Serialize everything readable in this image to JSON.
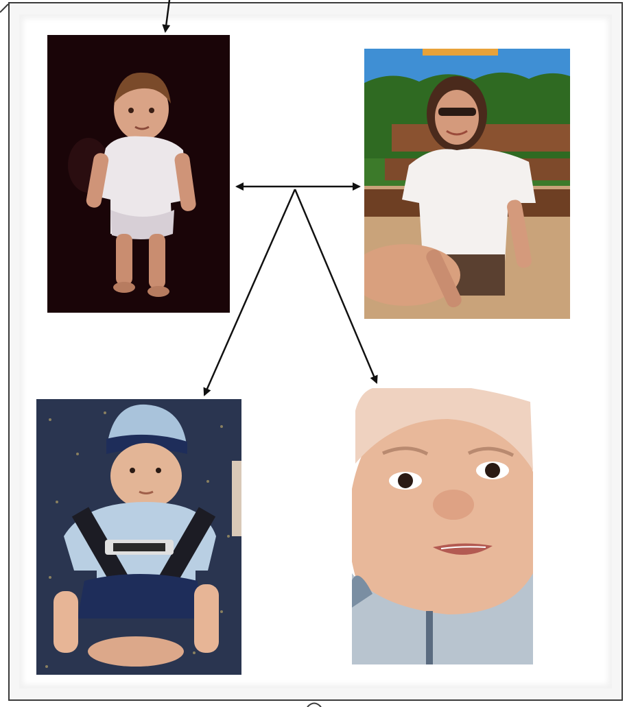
{
  "diagram": {
    "nodes": [
      {
        "id": "photo-toddler-dark",
        "depicts": "toddler-standing-white-shirt-dark-background"
      },
      {
        "id": "photo-woman-bench",
        "depicts": "woman-sitting-on-bench-outdoors"
      },
      {
        "id": "photo-baby-seat",
        "depicts": "baby-in-car-seat-with-cap"
      },
      {
        "id": "photo-baby-face",
        "depicts": "baby-face-close-up"
      }
    ],
    "edges": [
      {
        "from": "top-entry",
        "to": "photo-toddler-dark",
        "style": "arrow"
      },
      {
        "from": "center-junction",
        "to": "photo-toddler-dark",
        "style": "arrow"
      },
      {
        "from": "center-junction",
        "to": "photo-woman-bench",
        "style": "arrow"
      },
      {
        "from": "center-junction",
        "to": "photo-baby-seat",
        "style": "arrow"
      },
      {
        "from": "center-junction",
        "to": "photo-baby-face",
        "style": "arrow"
      }
    ]
  },
  "colors": {
    "frame_border": "#3a3a3a",
    "arrow": "#111111",
    "toddler_background": "#1a0508",
    "sky": "#3f8fd4",
    "foliage": "#3c7a2a",
    "bench_wood": "#8a5230",
    "baby_seat_navy": "#2a3550",
    "skin": "#e8b89a"
  }
}
